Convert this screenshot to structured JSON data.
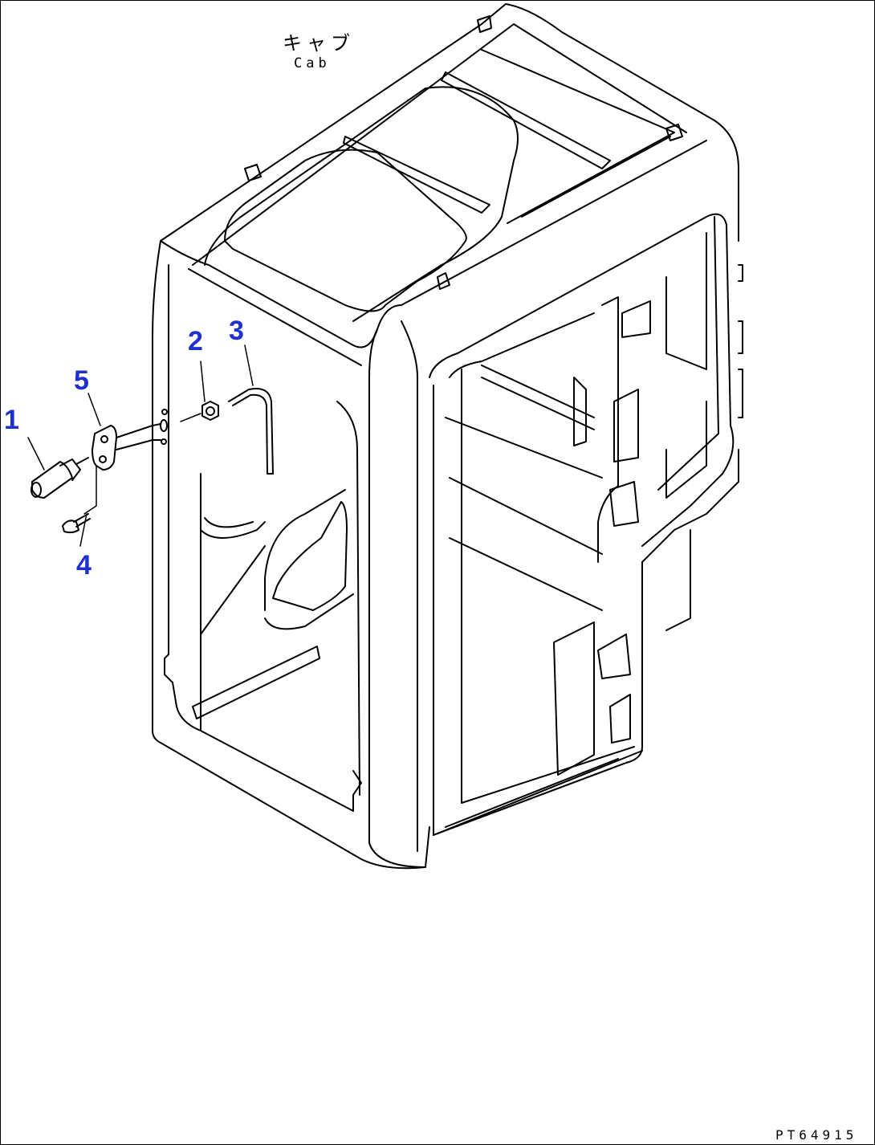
{
  "diagram": {
    "title_jp": "キャブ",
    "title_en": "Cab",
    "drawing_id": "PT64915",
    "line_color": "#000000",
    "callout_color": "#1f2fd0",
    "callouts": [
      {
        "id": "1",
        "label": "1"
      },
      {
        "id": "2",
        "label": "2"
      },
      {
        "id": "3",
        "label": "3"
      },
      {
        "id": "4",
        "label": "4"
      },
      {
        "id": "5",
        "label": "5"
      }
    ]
  }
}
